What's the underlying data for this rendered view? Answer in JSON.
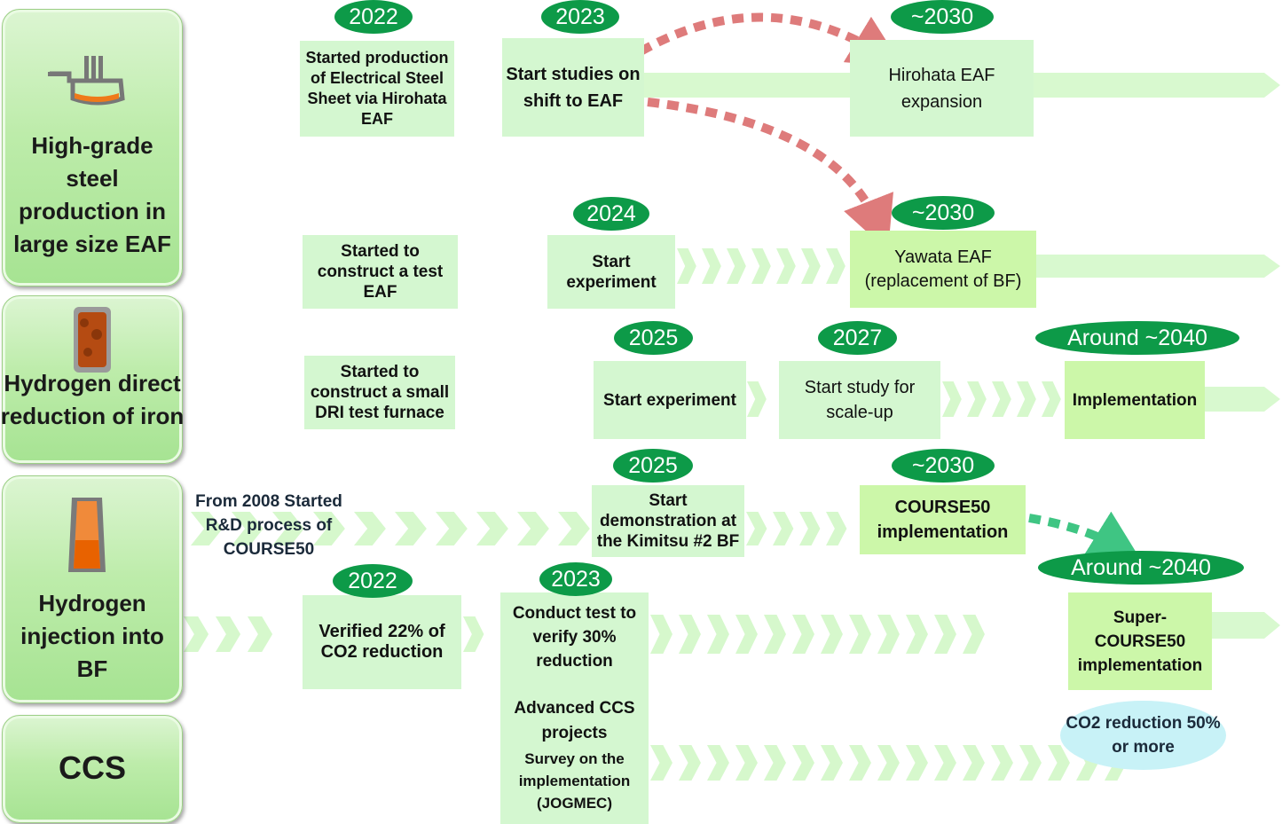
{
  "categories": {
    "eaf": "High-grade steel production in large size EAF",
    "h2dri": "Hydrogen direct reduction of iron",
    "h2bf": "Hydrogen injection into BF",
    "ccs": "CCS"
  },
  "icons": {
    "eaf": "electric-arc-furnace-icon",
    "dri": "dri-shaft-furnace-icon",
    "bf": "blast-furnace-icon"
  },
  "colors": {
    "milestone": "#0d9a48",
    "box": "#d4f7d0",
    "box_strong": "#ccf7a9",
    "band": "#d8f9cf",
    "chevron": "#d6f8cc",
    "arrow_red": "#de7b7b",
    "arrow_green": "#3fc583",
    "oval": "#c8f2f7"
  },
  "eaf_row": {
    "y2022": "2022",
    "started_production": "Started production of Electrical Steel Sheet via Hirohata EAF",
    "y2023": "2023",
    "start_studies": "Start studies on shift to EAF",
    "y2030a": "~2030",
    "hirohata": "Hirohata EAF expansion",
    "test_eaf": "Started to construct a test EAF",
    "y2024": "2024",
    "start_experiment": "Start experiment",
    "y2030b": "~2030",
    "yawata_1": "Yawata EAF",
    "yawata_2": "(replacement of BF)"
  },
  "dri_row": {
    "small_dri": "Started to construct a small DRI test furnace",
    "y2025": "2025",
    "start_experiment": "Start experiment",
    "y2027": "2027",
    "scale_up": "Start study for scale-up",
    "y2040": "Around ~2040",
    "implementation": "Implementation"
  },
  "bf_row": {
    "from_2008": "From 2008 Started R&D process of COURSE50",
    "y2025": "2025",
    "kimitsu": "Start demonstration at the Kimitsu #2 BF",
    "y2030": "~2030",
    "course50": "COURSE50 implementation",
    "y2022": "2022",
    "verified": "Verified 22% of CO2 reduction",
    "y2023": "2023",
    "conduct": "Conduct test to verify 30% reduction",
    "y2040": "Around ~2040",
    "super": "Super-COURSE50 implementation"
  },
  "ccs_row": {
    "advanced": "Advanced CCS projects",
    "survey": "Survey on the implementation (JOGMEC)",
    "co2_goal": "CO2 reduction 50% or more"
  }
}
